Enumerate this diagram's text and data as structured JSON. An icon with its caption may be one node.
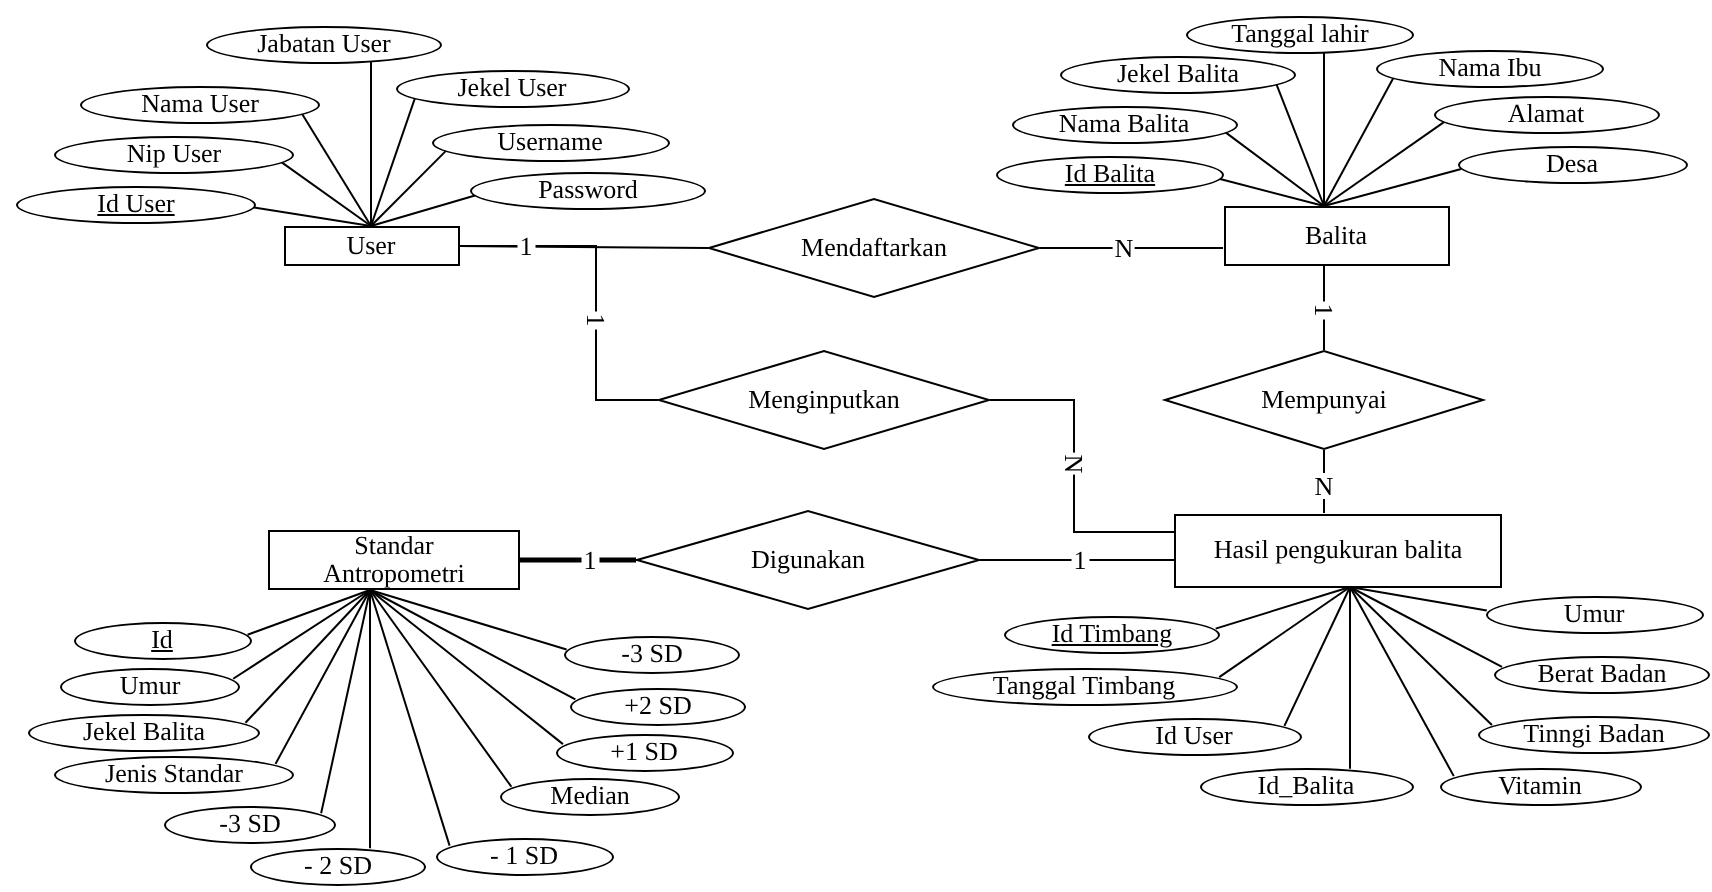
{
  "diagram": {
    "nodes": [
      {
        "text": [
          "User"
        ]
      },
      {
        "text": [
          "Mendaftarkan"
        ]
      },
      {
        "text": [
          "Balita"
        ]
      },
      {
        "text": [
          "Menginputkan"
        ]
      },
      {
        "text": [
          "Mempunyai"
        ]
      },
      {
        "text": [
          "Standar Antropometri"
        ]
      },
      {
        "text": [
          "Digunakan"
        ]
      },
      {
        "text": [
          "Hasil pengukuran balita"
        ]
      },
      {
        "text": [
          "Jabatan User"
        ]
      },
      {
        "text": [
          "Nama User"
        ]
      },
      {
        "text": [
          "Jekel User"
        ]
      },
      {
        "text": [
          "Nip User"
        ]
      },
      {
        "text": [
          "Username"
        ]
      },
      {
        "text": [
          "Id User"
        ]
      },
      {
        "text": [
          "Password"
        ]
      },
      {
        "text": [
          "Tanggal lahir"
        ]
      },
      {
        "text": [
          "Jekel Balita"
        ]
      },
      {
        "text": [
          "Nama Ibu"
        ]
      },
      {
        "text": [
          "Nama Balita"
        ]
      },
      {
        "text": [
          "Alamat"
        ]
      },
      {
        "text": [
          "Id Balita"
        ]
      },
      {
        "text": [
          "Desa"
        ]
      },
      {
        "text": [
          "Id"
        ]
      },
      {
        "text": [
          "Umur"
        ]
      },
      {
        "text": [
          "Jekel Balita"
        ]
      },
      {
        "text": [
          "Jenis Standar"
        ]
      },
      {
        "text": [
          "-3 SD"
        ]
      },
      {
        "text": [
          "- 2 SD"
        ]
      },
      {
        "text": [
          "- 1 SD"
        ]
      },
      {
        "text": [
          "Median"
        ]
      },
      {
        "text": [
          "+1 SD"
        ]
      },
      {
        "text": [
          "+2 SD"
        ]
      },
      {
        "text": [
          "-3 SD"
        ]
      },
      {
        "text": [
          "Umur"
        ]
      },
      {
        "text": [
          "Id Timbang"
        ]
      },
      {
        "text": [
          "Berat Badan"
        ]
      },
      {
        "text": [
          "Tanggal Timbang"
        ]
      },
      {
        "text": [
          "Tinngi Badan"
        ]
      },
      {
        "text": [
          "Id User"
        ]
      },
      {
        "text": [
          "Vitamin"
        ]
      },
      {
        "text": [
          "Id_Balita"
        ]
      }
    ],
    "edges": [
      {
        "from": 0,
        "to": 1,
        "arrow": "none",
        "label": "1"
      },
      {
        "from": 1,
        "to": 2,
        "arrow": "none",
        "label": "N"
      },
      {
        "from": 0,
        "to": 3,
        "arrow": "none",
        "label": "1"
      },
      {
        "from": 3,
        "to": 7,
        "arrow": "none",
        "label": "N"
      },
      {
        "from": 2,
        "to": 4,
        "arrow": "none",
        "label": "1"
      },
      {
        "from": 4,
        "to": 7,
        "arrow": "none",
        "label": "N"
      },
      {
        "from": 5,
        "to": 6,
        "arrow": "none",
        "label": "1",
        "style": "thick"
      },
      {
        "from": 6,
        "to": 7,
        "arrow": "none",
        "label": "1"
      },
      {
        "from": 8,
        "to": 0,
        "arrow": "none"
      },
      {
        "from": 9,
        "to": 0,
        "arrow": "none"
      },
      {
        "from": 10,
        "to": 0,
        "arrow": "none"
      },
      {
        "from": 11,
        "to": 0,
        "arrow": "none"
      },
      {
        "from": 12,
        "to": 0,
        "arrow": "none"
      },
      {
        "from": 13,
        "to": 0,
        "arrow": "none"
      },
      {
        "from": 14,
        "to": 0,
        "arrow": "none"
      },
      {
        "from": 15,
        "to": 2,
        "arrow": "none"
      },
      {
        "from": 16,
        "to": 2,
        "arrow": "none"
      },
      {
        "from": 17,
        "to": 2,
        "arrow": "none"
      },
      {
        "from": 18,
        "to": 2,
        "arrow": "none"
      },
      {
        "from": 19,
        "to": 2,
        "arrow": "none"
      },
      {
        "from": 20,
        "to": 2,
        "arrow": "none"
      },
      {
        "from": 21,
        "to": 2,
        "arrow": "none"
      },
      {
        "from": 22,
        "to": 5,
        "arrow": "none"
      },
      {
        "from": 23,
        "to": 5,
        "arrow": "none"
      },
      {
        "from": 24,
        "to": 5,
        "arrow": "none"
      },
      {
        "from": 25,
        "to": 5,
        "arrow": "none"
      },
      {
        "from": 26,
        "to": 5,
        "arrow": "none"
      },
      {
        "from": 27,
        "to": 5,
        "arrow": "none"
      },
      {
        "from": 28,
        "to": 5,
        "arrow": "none"
      },
      {
        "from": 29,
        "to": 5,
        "arrow": "none"
      },
      {
        "from": 30,
        "to": 5,
        "arrow": "none"
      },
      {
        "from": 31,
        "to": 5,
        "arrow": "none"
      },
      {
        "from": 32,
        "to": 5,
        "arrow": "none"
      },
      {
        "from": 33,
        "to": 7,
        "arrow": "none"
      },
      {
        "from": 34,
        "to": 7,
        "arrow": "none"
      },
      {
        "from": 35,
        "to": 7,
        "arrow": "none"
      },
      {
        "from": 36,
        "to": 7,
        "arrow": "none"
      },
      {
        "from": 37,
        "to": 7,
        "arrow": "none"
      },
      {
        "from": 38,
        "to": 7,
        "arrow": "none"
      },
      {
        "from": 39,
        "to": 7,
        "arrow": "none"
      },
      {
        "from": 40,
        "to": 7,
        "arrow": "none"
      }
    ]
  }
}
